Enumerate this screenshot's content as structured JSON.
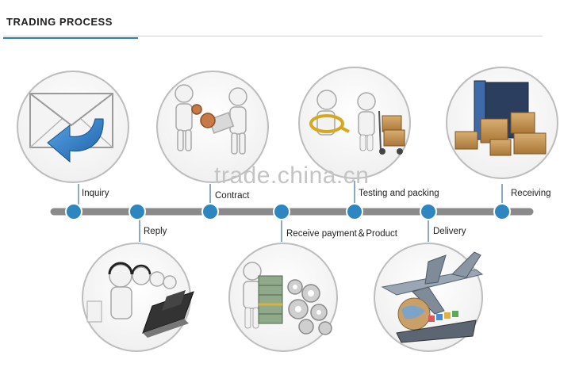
{
  "header": {
    "title": "TRADING PROCESS"
  },
  "watermark": "trade.china.cn",
  "steps": [
    {
      "label": "Inquiry",
      "position": "top",
      "icon": "envelope-reply-icon"
    },
    {
      "label": "Reply",
      "position": "bottom",
      "icon": "call-center-icon"
    },
    {
      "label": "Contract",
      "position": "top",
      "icon": "contract-handshake-icon"
    },
    {
      "label": "Receive payment＆Product",
      "position": "bottom",
      "icon": "money-gears-icon"
    },
    {
      "label": "Testing and packing",
      "position": "top",
      "icon": "inspection-packing-icon"
    },
    {
      "label": "Delivery",
      "position": "bottom",
      "icon": "plane-ship-delivery-icon"
    },
    {
      "label": "Receiving",
      "position": "top",
      "icon": "container-boxes-icon"
    }
  ],
  "colors": {
    "accent": "#2f7fbf",
    "node": "#2e86c1",
    "track": "#8a8a8a"
  }
}
